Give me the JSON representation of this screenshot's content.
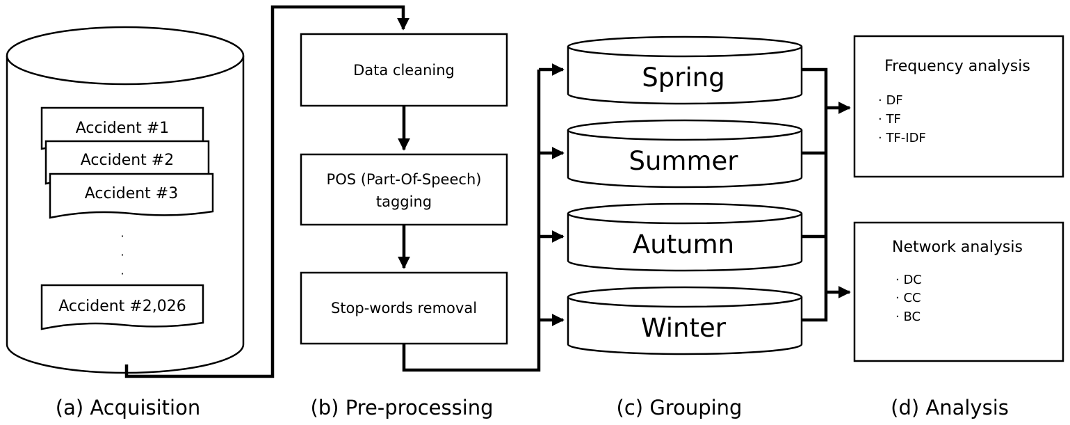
{
  "acquisition": {
    "documents": [
      "Accident #1",
      "Accident #2",
      "Accident #3"
    ],
    "ellipsis": [
      "·",
      "·",
      "·"
    ],
    "last_document": "Accident #2,026"
  },
  "preprocessing": {
    "steps": [
      "Data cleaning",
      "POS (Part-Of-Speech)",
      "tagging",
      "Stop-words removal"
    ]
  },
  "grouping": {
    "seasons": [
      "Spring",
      "Summer",
      "Autumn",
      "Winter"
    ]
  },
  "analysis": {
    "frequency": {
      "title": "Frequency analysis",
      "items": [
        "· DF",
        "· TF",
        "· TF-IDF"
      ]
    },
    "network": {
      "title": "Network analysis",
      "items": [
        "· DC",
        "· CC",
        "· BC"
      ]
    }
  },
  "stages": [
    "(a) Acquisition",
    "(b) Pre-processing",
    "(c) Grouping",
    "(d) Analysis"
  ]
}
